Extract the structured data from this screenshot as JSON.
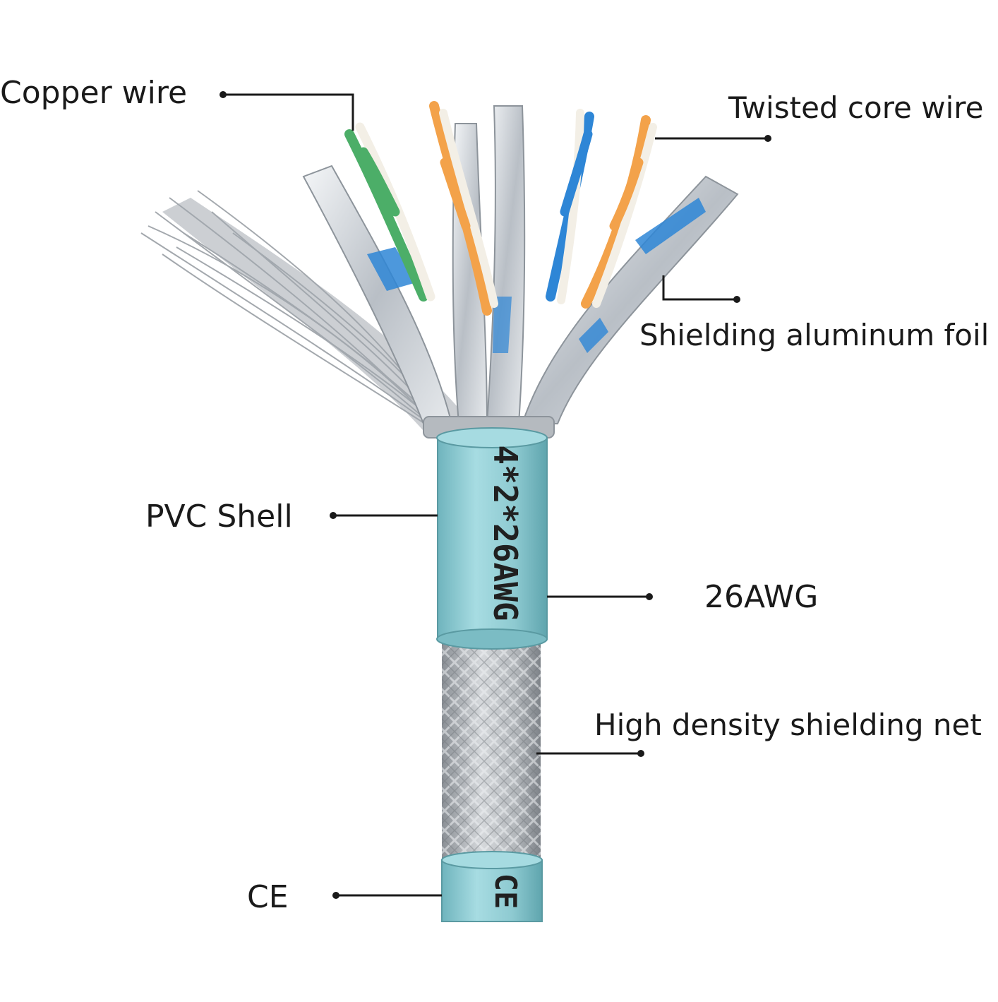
{
  "labels": {
    "copper_wire": "Copper wire",
    "twisted_core_wire": "Twisted core wire",
    "shielding_foil": "Shielding aluminum foil",
    "pvc_shell": "PVC Shell",
    "gauge": "26AWG",
    "shielding_net": "High density shielding net",
    "ce": "CE"
  },
  "jacket_print": {
    "spec": "4*2*26AWG",
    "mark": "CE"
  },
  "colors": {
    "jacket": "#8ecad1",
    "foil": "#cfd4da",
    "braid": "#a9adb2",
    "wire_orange": "#f3a24a",
    "wire_green": "#4cae68",
    "wire_blue": "#2e86d6",
    "wire_white": "#f3efe6",
    "leader_line": "#1a1a1a"
  }
}
